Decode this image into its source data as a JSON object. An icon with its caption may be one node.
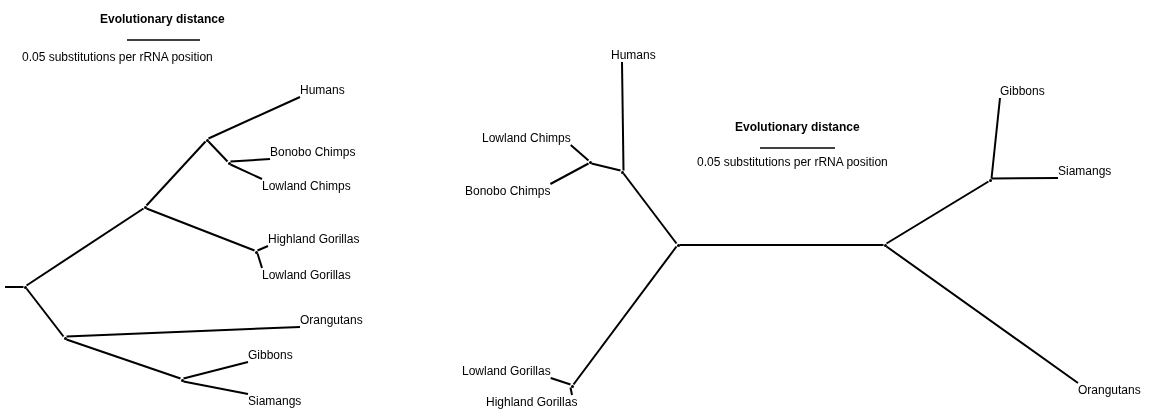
{
  "diagram": {
    "nodes": [
      {
        "text": [
          "Humans"
        ]
      },
      {
        "text": [
          "Bonobo Chimps"
        ]
      },
      {
        "text": [
          "Lowland Chimps"
        ]
      },
      {
        "text": [
          "Highland Gorillas"
        ]
      },
      {
        "text": [
          "Lowland Gorillas"
        ]
      },
      {
        "text": [
          "Orangutans"
        ]
      },
      {
        "text": [
          "Gibbons"
        ]
      },
      {
        "text": [
          "Siamangs"
        ]
      },
      {
        "text": [],
        "shape": "junction"
      },
      {
        "text": [],
        "shape": "junction"
      },
      {
        "text": [],
        "shape": "junction"
      },
      {
        "text": [],
        "shape": "junction"
      },
      {
        "text": [],
        "shape": "junction"
      },
      {
        "text": [],
        "shape": "junction"
      },
      {
        "text": [],
        "shape": "junction"
      },
      {
        "text": [
          "Humans"
        ]
      },
      {
        "text": [
          "Lowland Chimps"
        ]
      },
      {
        "text": [
          "Bonobo Chimps"
        ]
      },
      {
        "text": [
          "Gibbons"
        ]
      },
      {
        "text": [
          "Siamangs"
        ]
      },
      {
        "text": [
          "Lowland Gorillas"
        ]
      },
      {
        "text": [
          "Highland Gorillas"
        ]
      },
      {
        "text": [
          "Orangutans"
        ]
      },
      {
        "text": [],
        "shape": "junction"
      },
      {
        "text": [],
        "shape": "junction"
      },
      {
        "text": [],
        "shape": "junction"
      },
      {
        "text": [],
        "shape": "junction"
      },
      {
        "text": [],
        "shape": "junction"
      },
      {
        "text": [],
        "shape": "junction"
      }
    ],
    "edges": [
      {
        "from": null,
        "to": 8,
        "arrow": "none"
      },
      {
        "from": 8,
        "to": 9,
        "arrow": "none"
      },
      {
        "from": 8,
        "to": 10,
        "arrow": "none"
      },
      {
        "from": 9,
        "to": 11,
        "arrow": "none"
      },
      {
        "from": 9,
        "to": 13,
        "arrow": "none"
      },
      {
        "from": 11,
        "to": 0,
        "arrow": "none"
      },
      {
        "from": 11,
        "to": 12,
        "arrow": "none"
      },
      {
        "from": 12,
        "to": 1,
        "arrow": "none"
      },
      {
        "from": 12,
        "to": 2,
        "arrow": "none"
      },
      {
        "from": 13,
        "to": 3,
        "arrow": "none"
      },
      {
        "from": 13,
        "to": 4,
        "arrow": "none"
      },
      {
        "from": 10,
        "to": 5,
        "arrow": "none"
      },
      {
        "from": 10,
        "to": 14,
        "arrow": "none"
      },
      {
        "from": 14,
        "to": 6,
        "arrow": "none"
      },
      {
        "from": 14,
        "to": 7,
        "arrow": "none"
      },
      {
        "from": 23,
        "to": 24,
        "arrow": "none"
      },
      {
        "from": 23,
        "to": 25,
        "arrow": "none"
      },
      {
        "from": 23,
        "to": 27,
        "arrow": "none"
      },
      {
        "from": 25,
        "to": 15,
        "arrow": "none"
      },
      {
        "from": 25,
        "to": 26,
        "arrow": "none"
      },
      {
        "from": 26,
        "to": 16,
        "arrow": "none"
      },
      {
        "from": 26,
        "to": 17,
        "arrow": "none"
      },
      {
        "from": 27,
        "to": 20,
        "arrow": "none"
      },
      {
        "from": 27,
        "to": 21,
        "arrow": "none"
      },
      {
        "from": 24,
        "to": 28,
        "arrow": "none"
      },
      {
        "from": 28,
        "to": 18,
        "arrow": "none"
      },
      {
        "from": 28,
        "to": 19,
        "arrow": "none"
      },
      {
        "from": 24,
        "to": 22,
        "arrow": "none"
      }
    ],
    "labels": [
      "Evolutionary distance",
      "0.05 substitutions per rRNA position",
      "Evolutionary distance",
      "0.05 substitutions per rRNA position"
    ]
  }
}
